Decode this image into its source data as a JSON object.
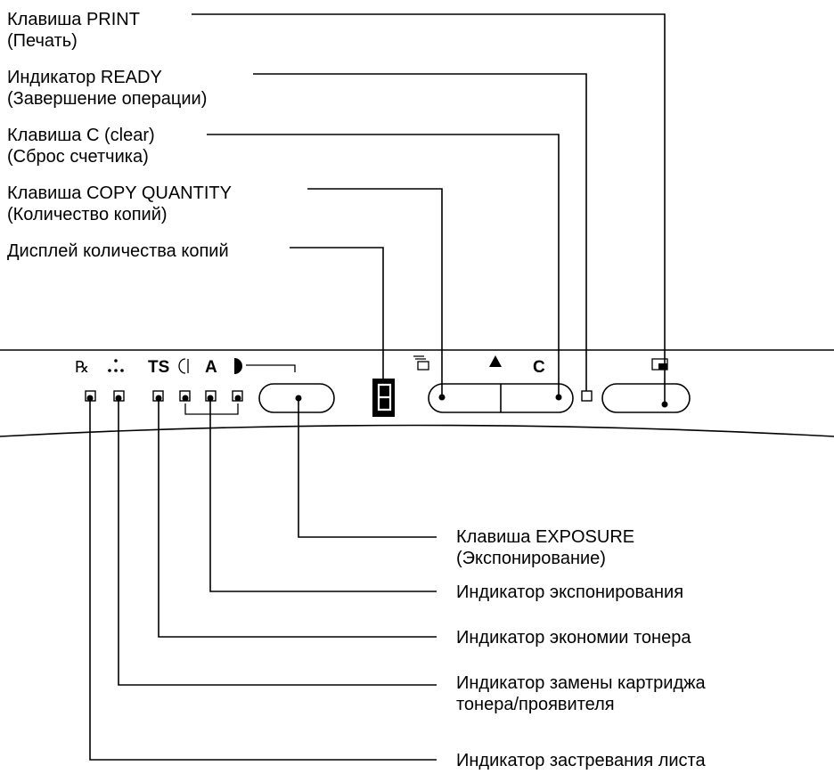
{
  "callouts_top": [
    {
      "line1": "Клавиша PRINT",
      "line2": "(Печать)"
    },
    {
      "line1": "Индикатор READY",
      "line2": "(Завершение операции)"
    },
    {
      "line1": "Клавиша C (clear)",
      "line2": "(Сброс счетчика)"
    },
    {
      "line1": "Клавиша COPY QUANTITY",
      "line2": "(Количество копий)"
    },
    {
      "line1": "Дисплей количества копий",
      "line2": ""
    }
  ],
  "callouts_bottom": [
    {
      "line1": "Клавиша EXPOSURE",
      "line2": "(Экспонирование)"
    },
    {
      "line1": "Индикатор экспонирования",
      "line2": ""
    },
    {
      "line1": "Индикатор экономии тонера",
      "line2": ""
    },
    {
      "line1": "Индикатор замены картриджа",
      "line2": "тонера/проявителя"
    },
    {
      "line1": "Индикатор застревания листа",
      "line2": ""
    }
  ],
  "panel": {
    "ts_label": "TS",
    "auto_label": "A",
    "clear_label": "C",
    "display_digit": "8"
  },
  "icons": [
    "paper-jam-icon",
    "toner-dots-icon",
    "light-exposure-icon",
    "dark-exposure-icon",
    "copy-stack-icon",
    "up-arrow-icon",
    "print-start-icon"
  ]
}
